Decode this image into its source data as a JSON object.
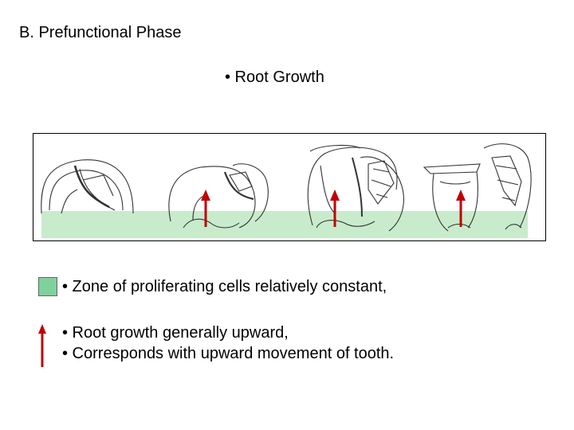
{
  "header": {
    "section_title": "B. Prefunctional Phase",
    "subtitle": "• Root Growth"
  },
  "figure": {
    "zone_color": "#c8ebcc",
    "arrow_color": "#c00000",
    "stages": 4
  },
  "legend": {
    "zone_swatch_color": "#7fd19c",
    "zone_text": "• Zone of proliferating cells relatively constant,",
    "arrow_line1": "• Root growth generally upward,",
    "arrow_line2": "• Corresponds with upward movement of tooth."
  }
}
